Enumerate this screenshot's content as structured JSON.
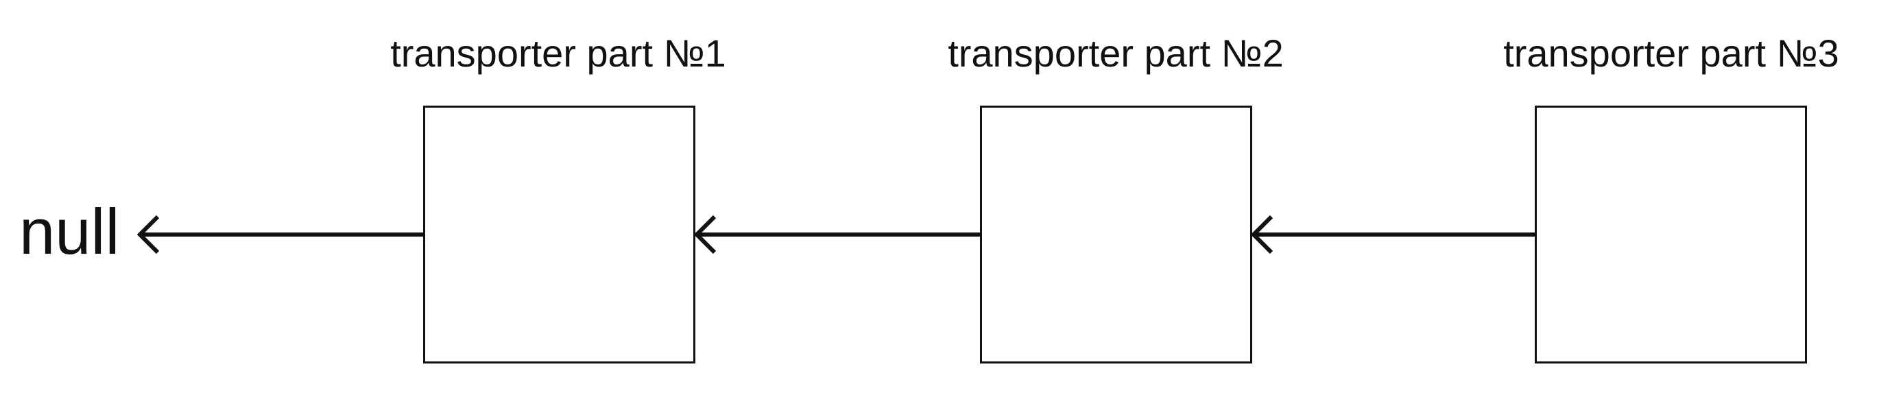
{
  "null_label": "null",
  "parts": [
    {
      "label": "transporter part №1"
    },
    {
      "label": "transporter part №2"
    },
    {
      "label": "transporter part №3"
    }
  ],
  "colors": {
    "stroke": "#111111",
    "background": "#ffffff"
  }
}
